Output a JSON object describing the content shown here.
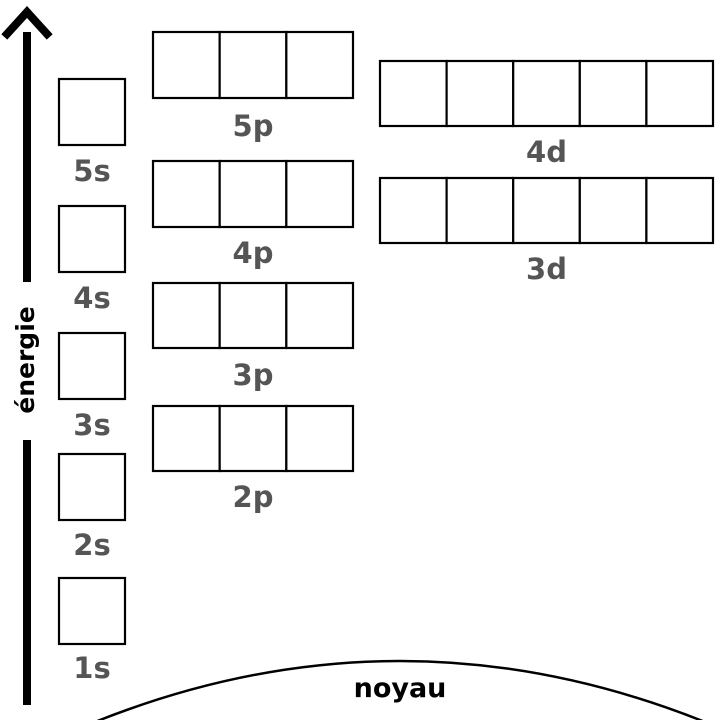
{
  "axis": {
    "label": "énergie"
  },
  "nucleus": {
    "label": "noyau"
  },
  "orbitals": [
    {
      "label": "1s",
      "boxes": 1
    },
    {
      "label": "2s",
      "boxes": 1
    },
    {
      "label": "3s",
      "boxes": 1
    },
    {
      "label": "4s",
      "boxes": 1
    },
    {
      "label": "5s",
      "boxes": 1
    },
    {
      "label": "2p",
      "boxes": 3
    },
    {
      "label": "3p",
      "boxes": 3
    },
    {
      "label": "4p",
      "boxes": 3
    },
    {
      "label": "5p",
      "boxes": 3
    },
    {
      "label": "3d",
      "boxes": 5
    },
    {
      "label": "4d",
      "boxes": 5
    }
  ],
  "colors": {
    "line": "#000000",
    "label": "#555555",
    "background": "#ffffff"
  }
}
